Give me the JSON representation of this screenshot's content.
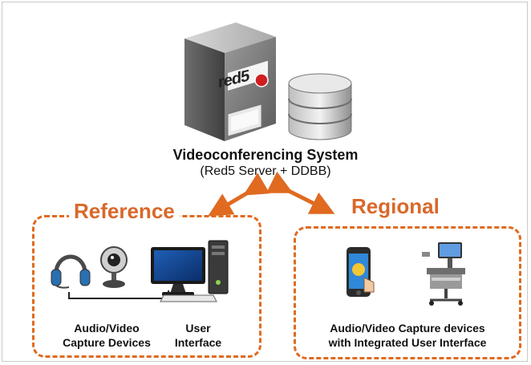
{
  "server": {
    "brand_text": "red5",
    "title": "Videoconferencing System",
    "subtitle": "(Red5 Server + DDBB)"
  },
  "reference": {
    "label": "Reference",
    "devices_caption_line1": "Audio/Video",
    "devices_caption_line2": "Capture Devices",
    "ui_caption_line1": "User",
    "ui_caption_line2": "Interface"
  },
  "regional": {
    "label": "Regional",
    "caption_line1": "Audio/Video Capture devices",
    "caption_line2": "with Integrated User Interface"
  },
  "colors": {
    "accent": "#e06a1f",
    "label": "#d9682a"
  }
}
